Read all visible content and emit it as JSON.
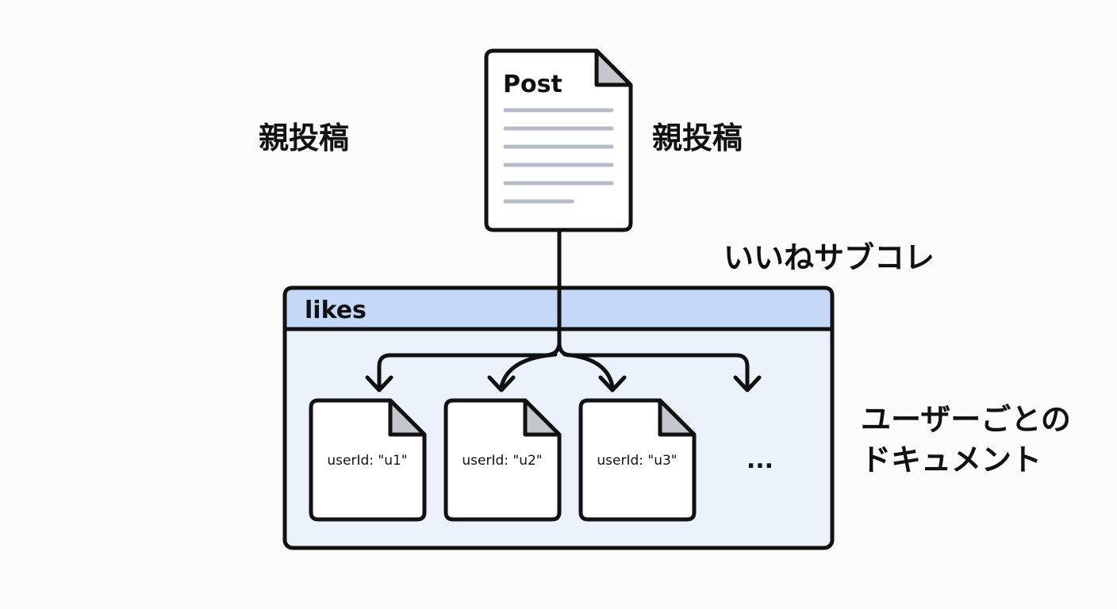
{
  "labels": {
    "parent_left": "親投稿",
    "parent_right": "親投稿",
    "subcollection": "いいねサブコレ",
    "per_user_line1": "ユーザーごとの",
    "per_user_line2": "ドキュメント"
  },
  "post_doc": {
    "title": "Post"
  },
  "collection": {
    "title": "likes"
  },
  "child_docs": [
    {
      "text": "userId: \"u1\""
    },
    {
      "text": "userId: \"u2\""
    },
    {
      "text": "userId: \"u3\""
    }
  ],
  "more_indicator": "...",
  "colors": {
    "collection_header": "#c4d8f8",
    "collection_body": "#ebf2fc",
    "doc_fold": "#c4c7cc",
    "doc_lines": "#b3bcc8",
    "stroke": "#111111"
  }
}
